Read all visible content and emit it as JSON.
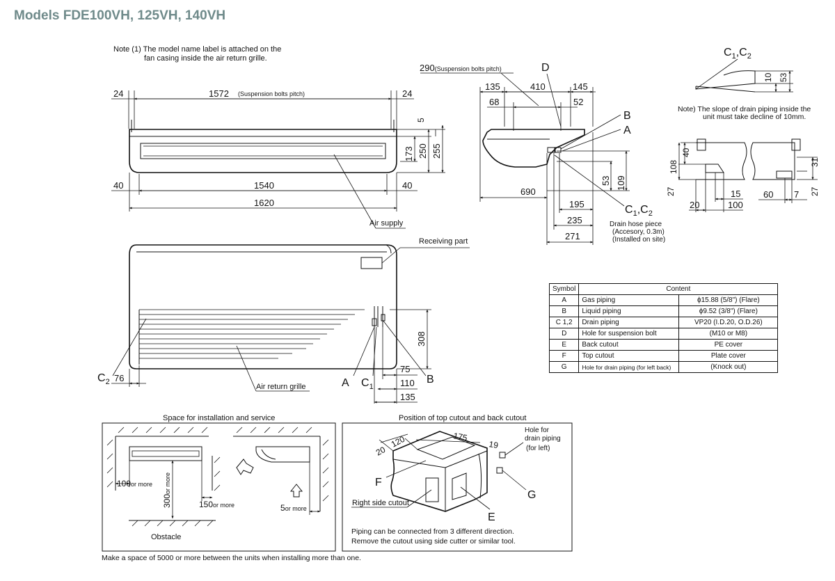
{
  "title": "Models  FDE100VH, 125VH, 140VH",
  "note": {
    "line1": "Note (1) The model name label is attached on the",
    "line2": "fan casing inside the air return grille."
  },
  "front_view": {
    "dim_24_left": "24",
    "dim_bolts": "1572",
    "dim_bolts_label": "(Suspension bolts pitch)",
    "dim_24_right": "24",
    "dim_5": "5",
    "dim_173": "173",
    "dim_250": "250",
    "dim_255": "255",
    "dim_40_left": "40",
    "dim_1540": "1540",
    "dim_40_right": "40",
    "dim_1620": "1620",
    "air_supply": "Air supply",
    "receiving_part": "Receiving part",
    "dim_308": "308",
    "c2": "C",
    "c2_sub": "2",
    "dim_76": "76",
    "air_return_grille": "Air return grille",
    "label_a": "A",
    "label_c1": "C",
    "label_c1_sub": "1",
    "label_b": "B",
    "dim_75": "75",
    "dim_110": "110",
    "dim_135": "135"
  },
  "side_view": {
    "dim_290": "290",
    "dim_290_label": "(Suspension bolts pitch)",
    "label_d": "D",
    "dim_135": "135",
    "dim_410": "410",
    "dim_145": "145",
    "dim_68": "68",
    "dim_52": "52",
    "label_b": "B",
    "label_a": "A",
    "dim_53": "53",
    "dim_109": "109",
    "dim_690": "690",
    "label_c12": "C",
    "c1_sub": "1",
    "c2_sub": "2",
    "dim_195": "195",
    "dim_235": "235",
    "dim_271": "271",
    "hose_line1": "Drain hose piece",
    "hose_line2": "(Accesory, 0.3m)",
    "hose_line3": "(Installed on site)"
  },
  "detail": {
    "label_c12": "C",
    "c1_sub": "1",
    "c2_sub": "2",
    "dim_10": "10",
    "dim_53": "53",
    "note_line1": "Note) The slope of drain piping inside the",
    "note_line2": "unit must take decline of 10mm.",
    "dim_40": "40",
    "dim_108": "108",
    "dim_27_left": "27",
    "dim_15": "15",
    "dim_20": "20",
    "dim_100": "100",
    "dim_31": "31",
    "dim_60": "60",
    "dim_7": "7",
    "dim_27_right": "27"
  },
  "symbol_table": {
    "headers": [
      "Symbol",
      "Content"
    ],
    "rows": [
      {
        "symbol": "A",
        "name": "Gas piping",
        "value": "ϕ15.88 (5/8\") (Flare)"
      },
      {
        "symbol": "B",
        "name": "Liquid piping",
        "value": "ϕ9.52 (3/8\") (Flare)"
      },
      {
        "symbol": "C 1,2",
        "name": "Drain piping",
        "value": "VP20 (I.D.20, O.D.26)"
      },
      {
        "symbol": "D",
        "name": "Hole for suspension bolt",
        "value": "(M10 or M8)"
      },
      {
        "symbol": "E",
        "name": "Back cutout",
        "value": "PE cover"
      },
      {
        "symbol": "F",
        "name": "Top cutout",
        "value": "Plate cover"
      },
      {
        "symbol": "G",
        "name": "Hole for drain piping  (for left back)",
        "value": "(Knock out)"
      }
    ]
  },
  "space_box": {
    "title": "Space for installation and service",
    "dim_100": "100",
    "or_more_100": "or more",
    "dim_300": "300",
    "or_more_300": "or more",
    "dim_150": "150",
    "or_more_150": "or more",
    "dim_5": "5",
    "or_more_5": "or more",
    "obstacle": "Obstacle"
  },
  "cutout_box": {
    "title": "Position of top cutout and back cutout",
    "dim_20": "20",
    "dim_120": "120",
    "dim_175": "175",
    "dim_19": "19",
    "hole_line1": "Hole for",
    "hole_line2": "drain piping",
    "hole_line3": "(for left)",
    "label_f": "F",
    "label_g": "G",
    "label_e": "E",
    "right_side_cutout": "Right side cutout",
    "piping_line1": "Piping can be connected from 3 different direction.",
    "piping_line2": "Remove the cutout using side cutter or similar tool."
  },
  "footer": "Make a space of 5000 or more between the units when installing more than one."
}
